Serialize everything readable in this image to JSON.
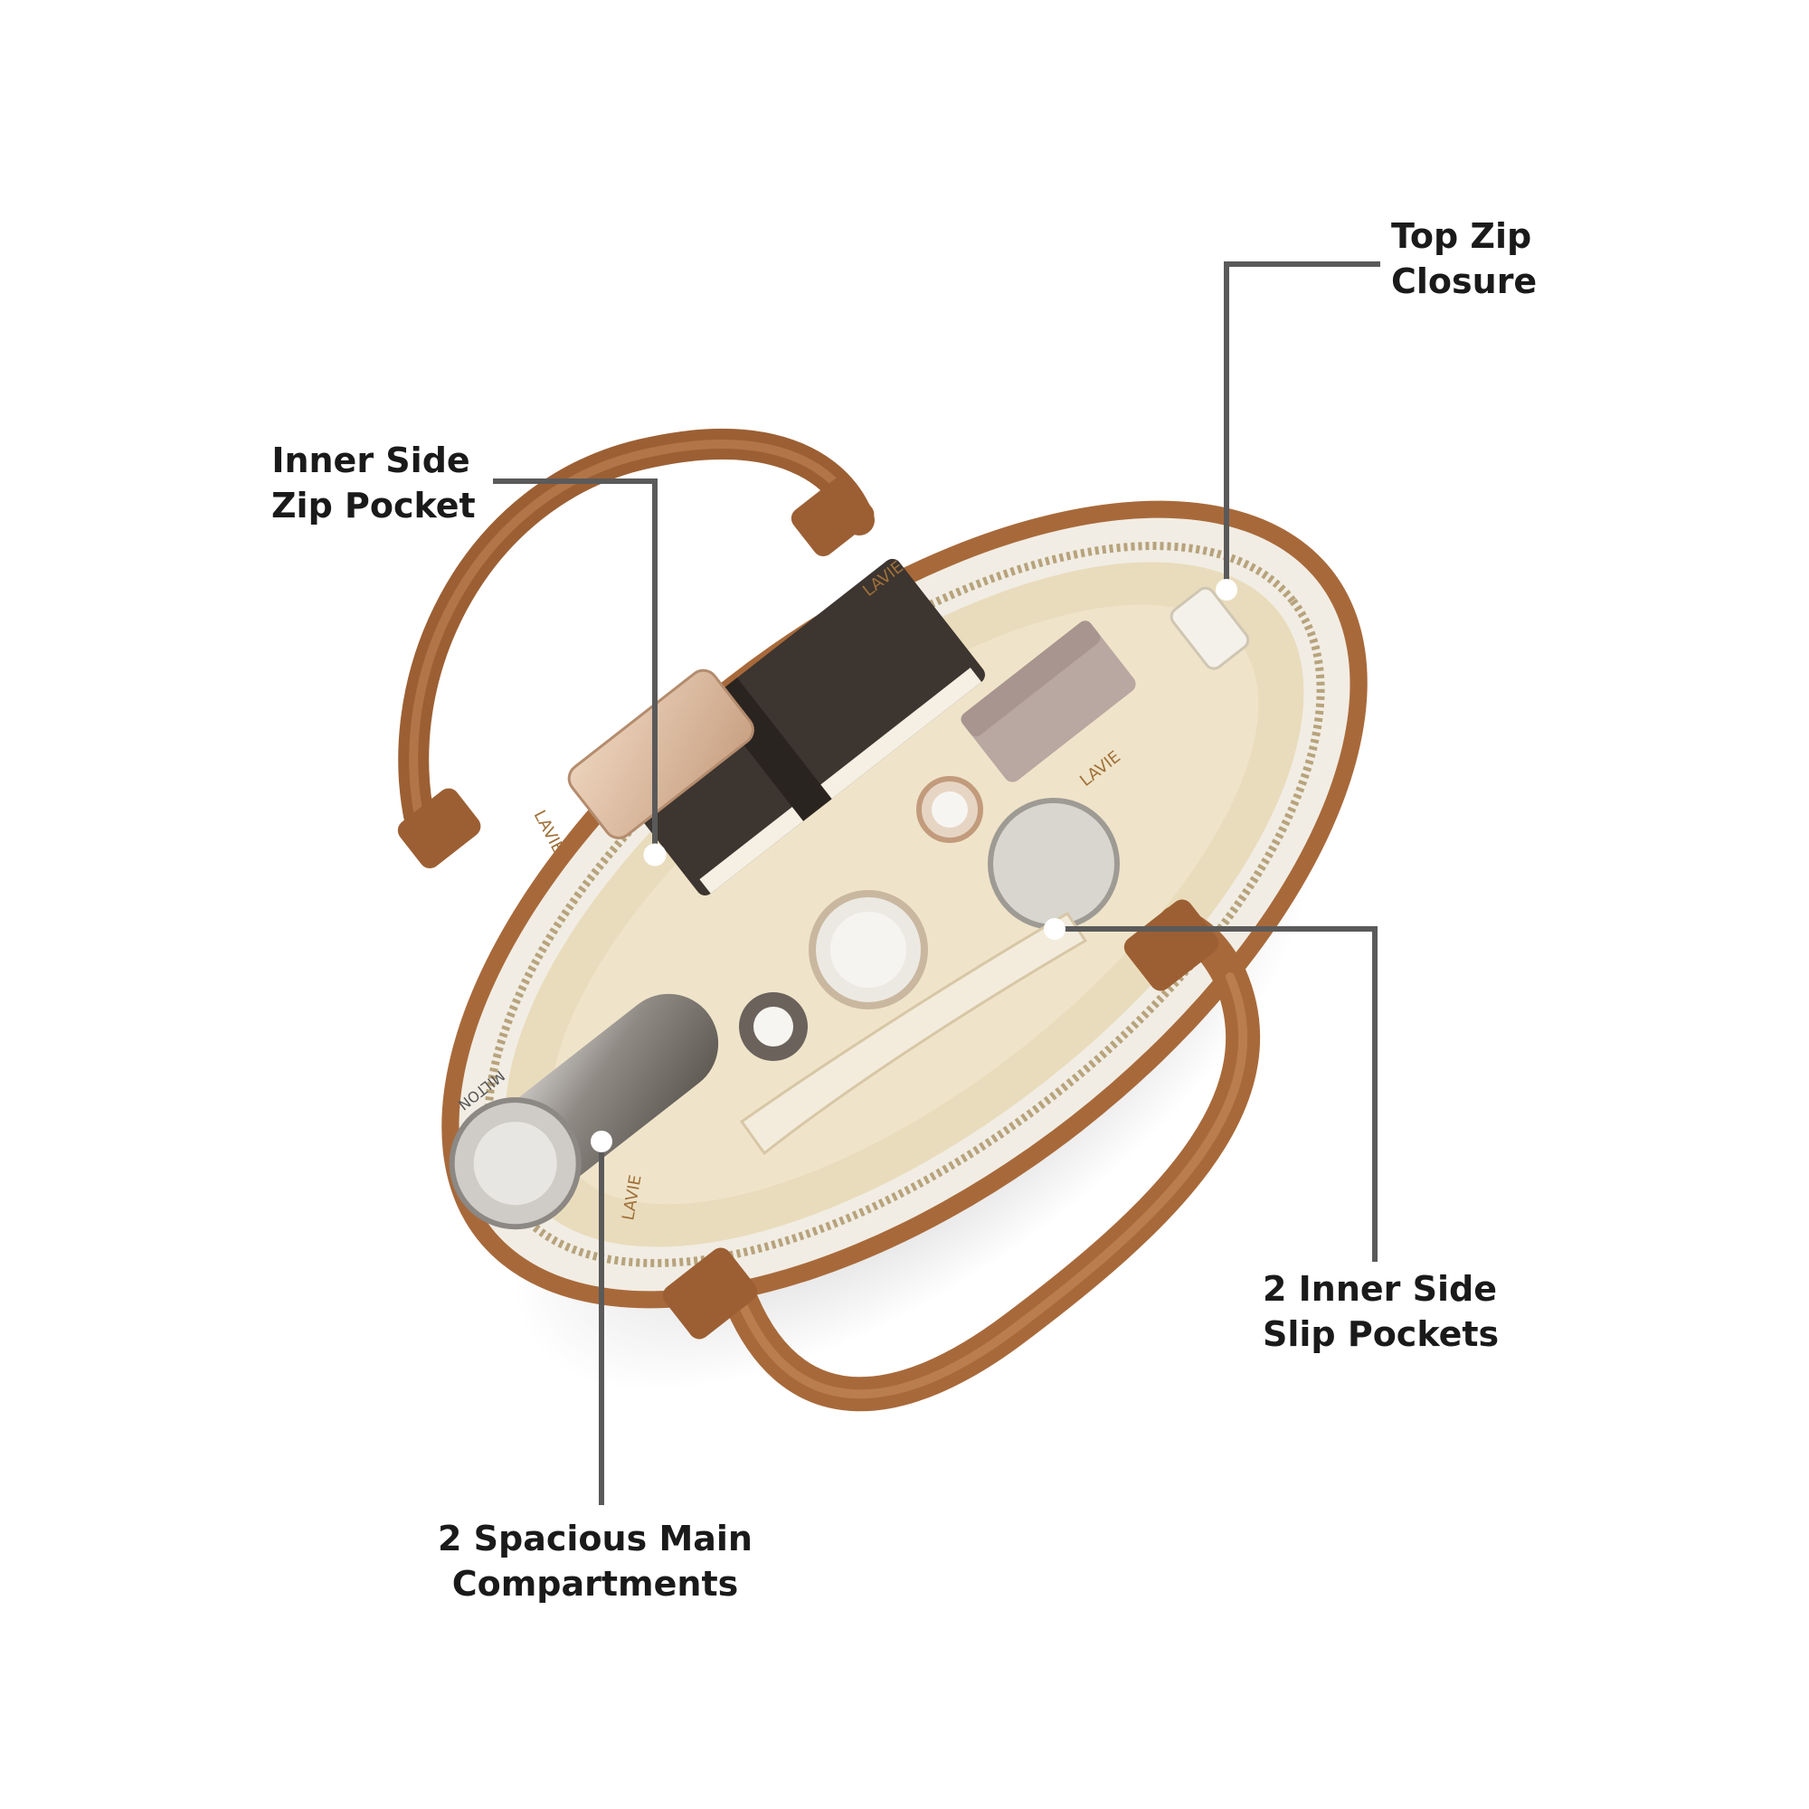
{
  "callouts": {
    "inner_side_zip_pocket": {
      "line1": "Inner Side",
      "line2": "Zip Pocket"
    },
    "top_zip_closure": {
      "line1": "Top Zip",
      "line2": "Closure"
    },
    "inner_side_slip_pockets": {
      "line1": "2 Inner Side",
      "line2": "Slip Pockets"
    },
    "main_compartments": {
      "line1": "2 Spacious Main",
      "line2": "Compartments"
    }
  },
  "product_print": {
    "brand_lining_text": "LAVIE",
    "bottle_cap_text": "MILTON"
  },
  "colors": {
    "callout_line": "#5a5a5a",
    "tan_leather": "#a8693a",
    "cream_body": "#f1ede4",
    "lining": "#e9dcbc",
    "steel": "#b9b6b1"
  }
}
